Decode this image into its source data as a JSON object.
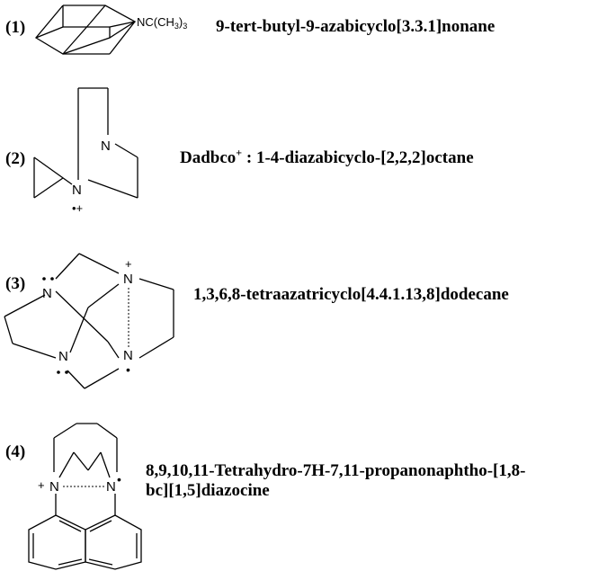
{
  "compounds": [
    {
      "number": "(1)",
      "name": "9-tert-butyl-9-azabicyclo[3.3.1]nonane",
      "atom_labels": {
        "nitrogen_group": "NC(CH",
        "subscript_3a": "3",
        "close_paren": ")",
        "subscript_3b": "3"
      }
    },
    {
      "number": "(2)",
      "name_prefix": "Dadbco",
      "name_superscript": "+",
      "name_suffix": " : 1-4-diazabicyclo-[2,2,2]octane",
      "atom_labels": {
        "n_top": "N",
        "n_bottom": "N",
        "radical": "•+"
      }
    },
    {
      "number": "(3)",
      "name": "1,3,6,8-tetraazatricyclo[4.4.1.13,8]dodecane",
      "atom_labels": {
        "n1": "N",
        "n2": "N",
        "n3": "N",
        "n4": "N",
        "charge": "+",
        "radical": "•"
      }
    },
    {
      "number": "(4)",
      "name_line1": "8,9,10,11-Tetrahydro-7H-7,11-propanonaphtho-[1,8-",
      "name_line2": "bc][1,5]diazocine",
      "atom_labels": {
        "n_left": "N",
        "n_right": "N",
        "charge": "+",
        "radical": "•"
      }
    }
  ]
}
